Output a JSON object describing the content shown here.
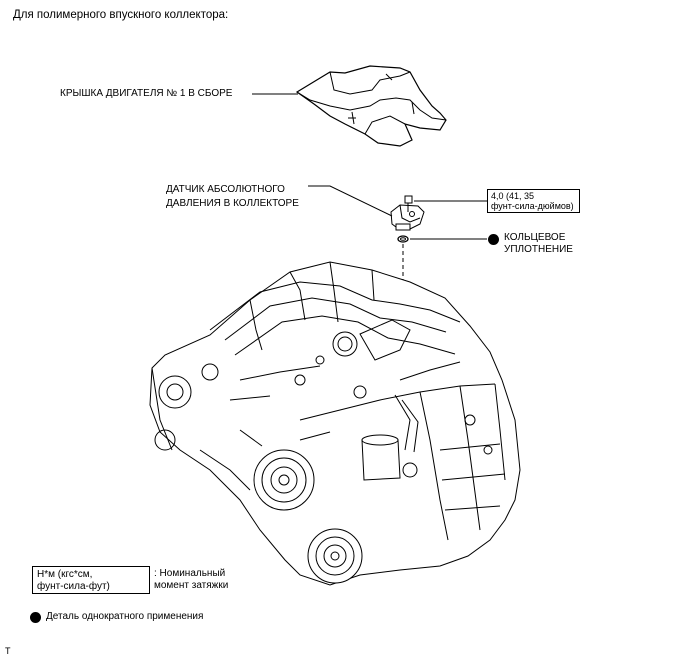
{
  "heading": "Для полимерного впускного коллектора:",
  "labels": {
    "engine_cover": "КРЫШКА ДВИГАТЕЛЯ № 1 В СБОРЕ",
    "map_sensor_line1": "ДАТЧИК АБСОЛЮТНОГО",
    "map_sensor_line2": "ДАВЛЕНИЯ В КОЛЛЕКТОРЕ",
    "torque_line1": "4,0 (41, 35",
    "torque_line2": "фунт-сила-дюймов)",
    "oring_line1": "КОЛЬЦЕВОЕ",
    "oring_line2": "УПЛОТНЕНИЕ"
  },
  "legend": {
    "torque_unit_line1": "Н*м (кгс*см,",
    "torque_unit_line2": "фунт-сила-фут)",
    "torque_desc_line1": ": Номинальный",
    "torque_desc_line2": "момент затяжки",
    "non_reusable": "Деталь однократного применения"
  },
  "corner_mark": "T"
}
